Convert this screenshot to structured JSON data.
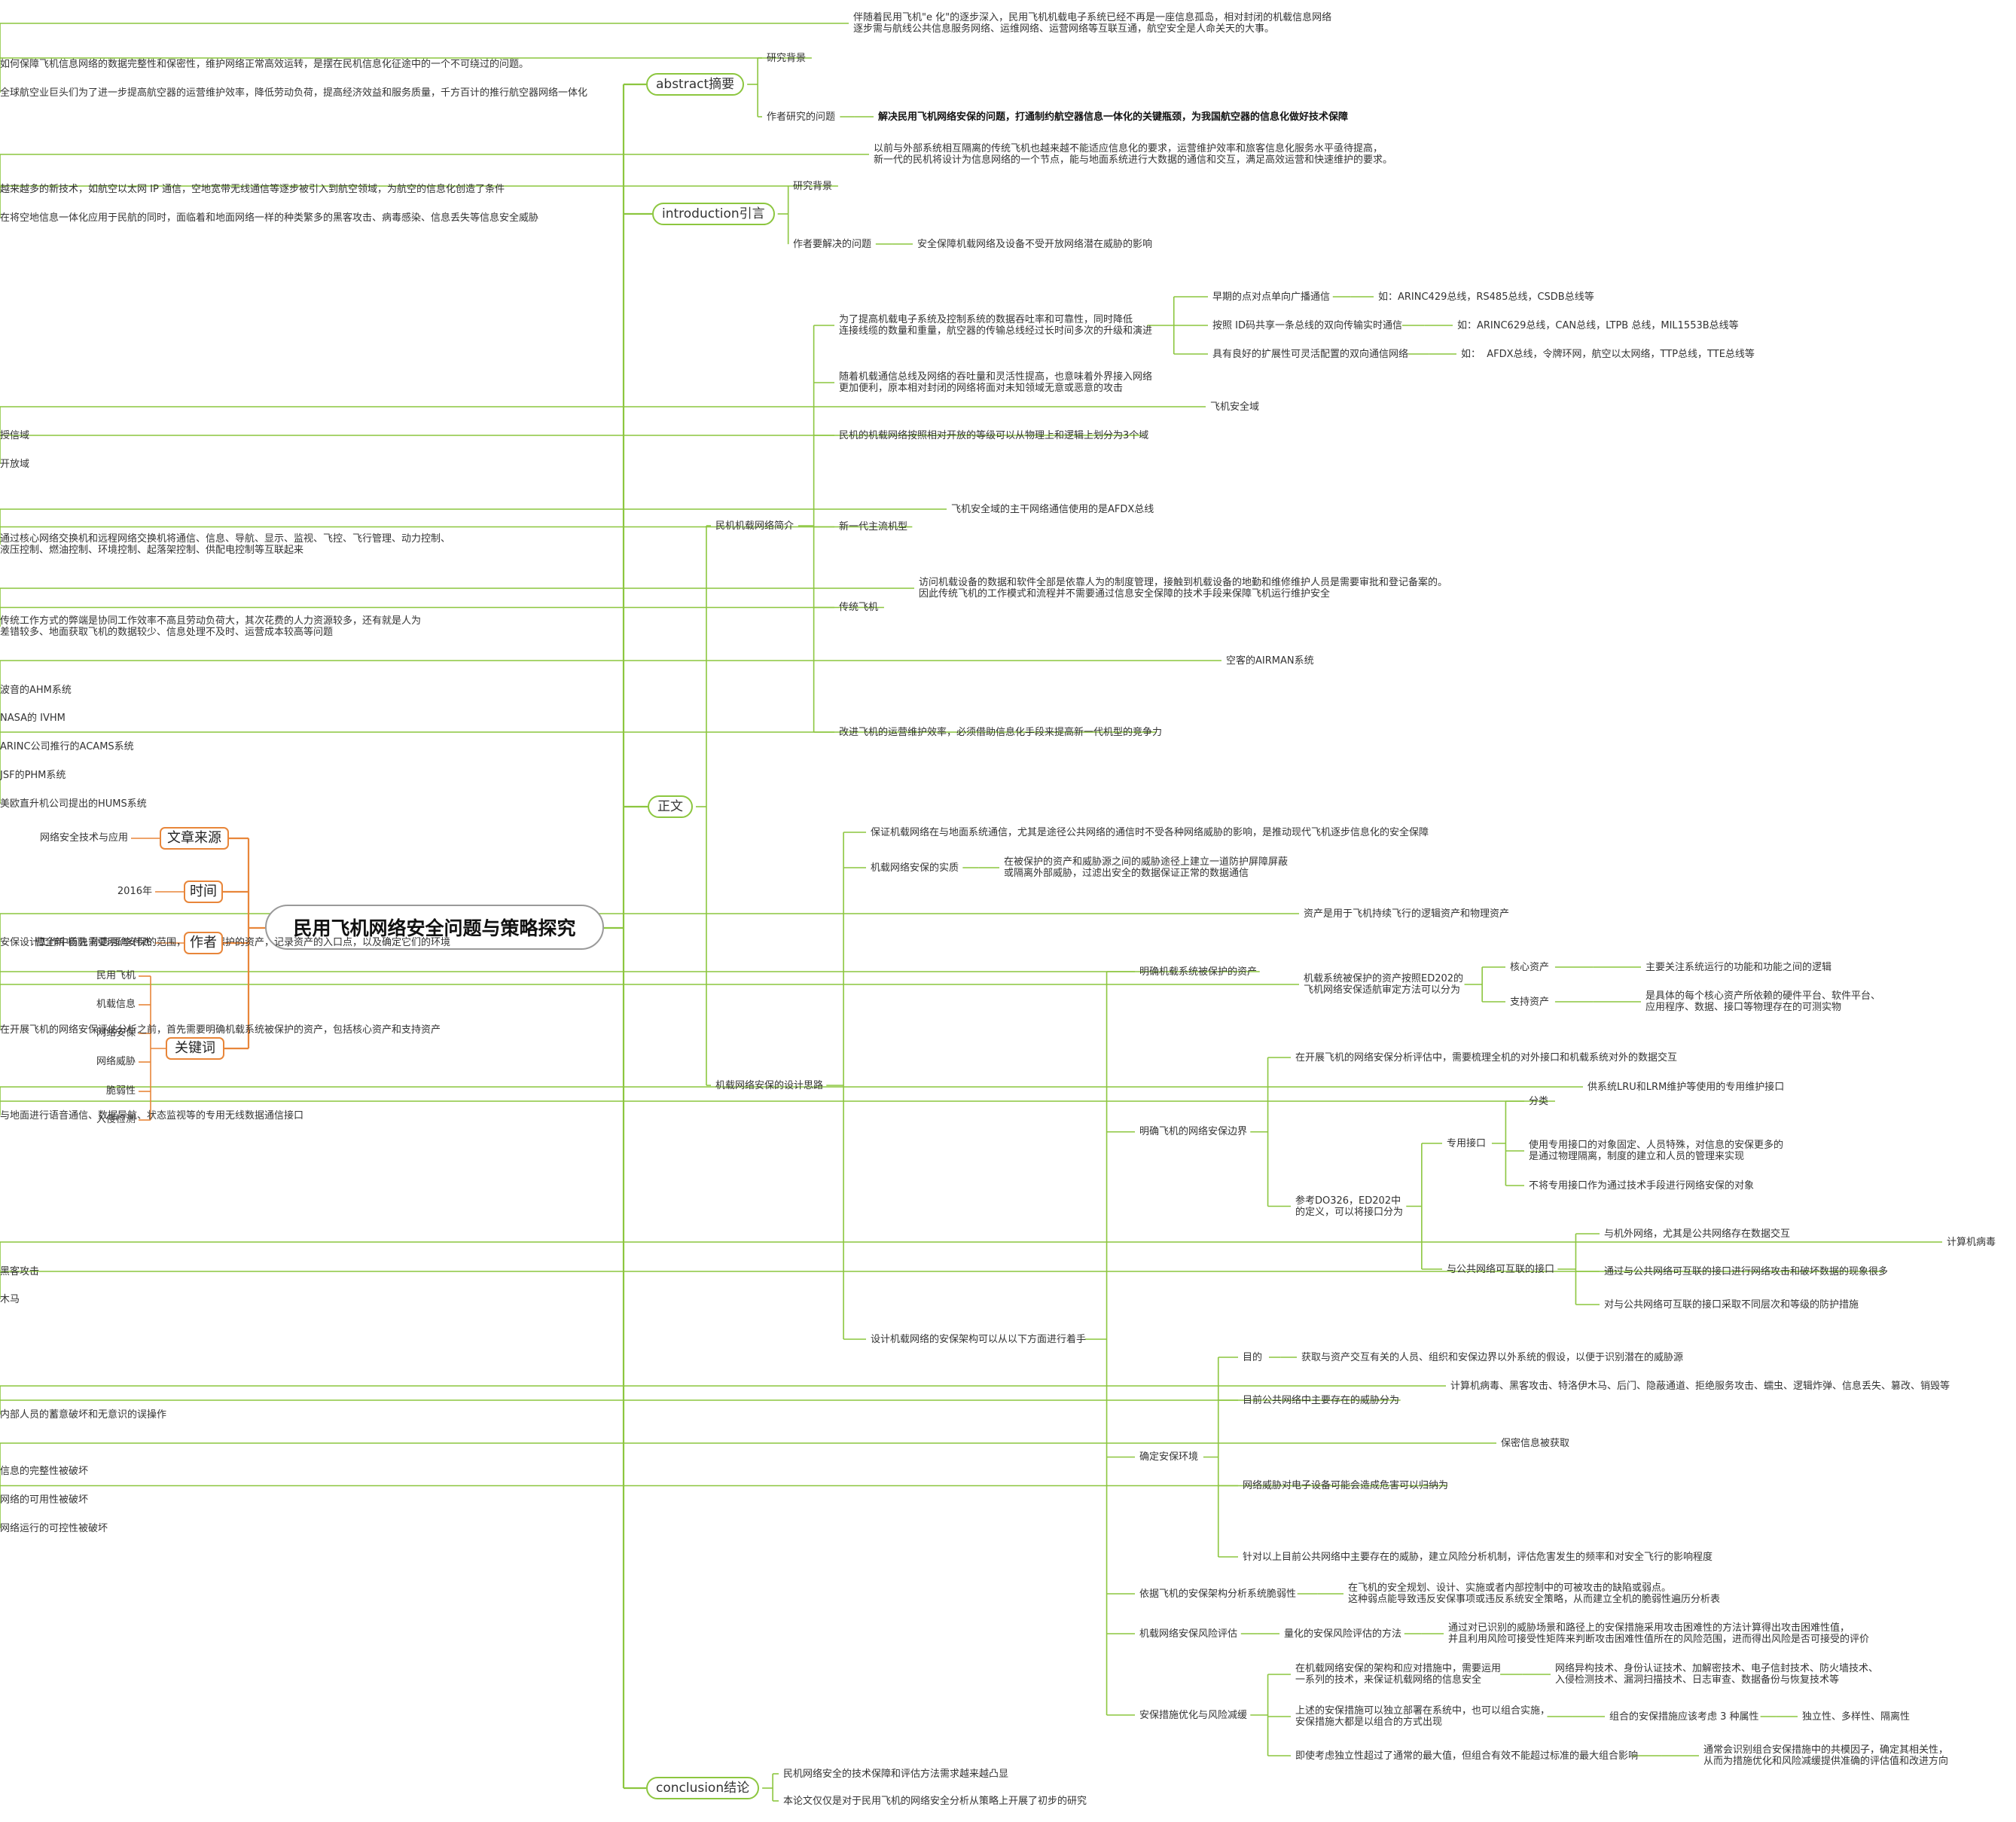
{
  "colors": {
    "left_branch": "#e8863a",
    "right_branch": "#8cc63f",
    "root_border": "#9a9a9a",
    "text": "#333333"
  },
  "title": "民用飞机网络安全问题与策略探究",
  "left": [
    {
      "label": "文章来源",
      "items": [
        "网络安全技术与应用"
      ]
    },
    {
      "label": "时间",
      "items": [
        "2016年"
      ]
    },
    {
      "label": "作者",
      "items": [
        "曹全新 杨融 孙志强 李伟杰"
      ]
    },
    {
      "label": "关键词",
      "items": [
        "民用飞机",
        "机载信息",
        "网络安保",
        "网络威胁",
        "脆弱性",
        "入侵检测"
      ]
    }
  ],
  "branches": [
    {
      "t": "abstract摘要",
      "c": [
        {
          "t": "研究背景",
          "c": [
            {
              "t": "伴随着民用飞机\"e 化\"的逐步深入，民用飞机机载电子系统已经不再是一座信息孤岛，相对封闭的机载信息网络\n逐步需与航线公共信息服务网络、运维网络、运营网络等互联互通，航空安全是人命关天的大事。"
            },
            {
              "t": "如何保障飞机信息网络的数据完整性和保密性，维护网络正常高效运转，是摆在民机信息化征途中的一个不可绕过的问题。"
            },
            {
              "t": "全球航空业巨头们为了进一步提高航空器的运营维护效率，降低劳动负荷，提高经济效益和服务质量，千方百计的推行航空器网络一体化"
            }
          ]
        },
        {
          "t": "作者研究的问题",
          "c": [
            {
              "t": "解决民用飞机网络安保的问题，打通制约航空器信息一体化的关键瓶颈，为我国航空器的信息化做好技术保障",
              "b": true
            }
          ]
        }
      ]
    },
    {
      "t": "introduction引言",
      "c": [
        {
          "t": "研究背景",
          "c": [
            {
              "t": "以前与外部系统相互隔离的传统飞机也越来越不能适应信息化的要求，运营维护效率和旅客信息化服务水平亟待提高，\n新一代的民机将设计为信息网络的一个节点，能与地面系统进行大数据的通信和交互，满足高效运营和快速维护的要求。"
            },
            {
              "t": "越来越多的新技术，如航空以太网 IP 通信，空地宽带无线通信等逐步被引入到航空领域，为航空的信息化创造了条件"
            },
            {
              "t": "在将空地信息一体化应用于民航的同时，面临着和地面网络一样的种类繁多的黑客攻击、病毒感染、信息丢失等信息安全威胁"
            }
          ]
        },
        {
          "t": "作者要解决的问题",
          "c": [
            {
              "t": "安全保障机载网络及设备不受开放网络潜在威胁的影响"
            }
          ]
        }
      ]
    },
    {
      "t": "正文",
      "c": [
        {
          "t": "民机机载网络简介",
          "c": [
            {
              "t": "为了提高机载电子系统及控制系统的数据吞吐率和可靠性，同时降低\n连接线缆的数量和重量，航空器的传输总线经过长时间多次的升级和演进",
              "c": [
                {
                  "t": "早期的点对点单向广播通信",
                  "c": [
                    {
                      "t": "如：ARINC429总线，RS485总线，CSDB总线等"
                    }
                  ]
                },
                {
                  "t": "按照 ID码共享一条总线的双向传输实时通信",
                  "c": [
                    {
                      "t": "如：ARINC629总线，CAN总线，LTPB 总线，MIL1553B总线等"
                    }
                  ]
                },
                {
                  "t": "具有良好的扩展性可灵活配置的双向通信网络",
                  "c": [
                    {
                      "t": "如：  AFDX总线，令牌环网，航空以太网络，TTP总线，TTE总线等"
                    }
                  ]
                }
              ]
            },
            {
              "t": "随着机载通信总线及网络的吞吐量和灵活性提高，也意味着外界接入网络\n更加便利，原本相对封闭的网络将面对未知领域无意或恶意的攻击"
            },
            {
              "t": "民机的机载网络按照相对开放的等级可以从物理上和逻辑上划分为3个域",
              "c": [
                {
                  "t": "飞机安全域"
                },
                {
                  "t": "授信域"
                },
                {
                  "t": "开放域"
                }
              ]
            },
            {
              "t": "新一代主流机型",
              "c": [
                {
                  "t": "飞机安全域的主干网络通信使用的是AFDX总线"
                },
                {
                  "t": "通过核心网络交换机和远程网络交换机将通信、信息、导航、显示、监视、飞控、飞行管理、动力控制、\n液压控制、燃油控制、环境控制、起落架控制、供配电控制等互联起来"
                }
              ]
            },
            {
              "t": "传统飞机",
              "c": [
                {
                  "t": "访问机载设备的数据和软件全部是依靠人为的制度管理，接触到机载设备的地勤和维修维护人员是需要审批和登记备案的。\n因此传统飞机的工作模式和流程并不需要通过信息安全保障的技术手段来保障飞机运行维护安全"
                },
                {
                  "t": "传统工作方式的弊端是协同工作效率不高且劳动负荷大，其次花费的人力资源较多，还有就是人为\n差错较多、地面获取飞机的数据较少、信息处理不及时、运营成本较高等问题"
                }
              ]
            },
            {
              "t": "改进飞机的运营维护效率，必须借助信息化手段来提高新一代机型的竞争力",
              "c": [
                {
                  "t": "空客的AIRMAN系统"
                },
                {
                  "t": "波音的AHM系统"
                },
                {
                  "t": "NASA的 IVHM"
                },
                {
                  "t": "ARINC公司推行的ACAMS系统"
                },
                {
                  "t": "JSF的PHM系统"
                },
                {
                  "t": "美欧直升机公司提出的HUMS系统"
                }
              ]
            }
          ]
        },
        {
          "t": "机载网络安保的设计思路",
          "c": [
            {
              "t": "保证机载网络在与地面系统通信，尤其是途径公共网络的通信时不受各种网络威胁的影响，是推动现代飞机逐步信息化的安全保障"
            },
            {
              "t": "机载网络安保的实质",
              "c": [
                {
                  "t": "在被保护的资产和威胁源之间的威胁途径上建立一道防护屏障屏蔽\n或隔离外部威胁，过滤出安全的数据保证正常的数据通信"
                }
              ]
            },
            {
              "t": "设计机载网络的安保架构可以从以下方面进行着手",
              "c": [
                {
                  "t": "明确机载系统被保护的资产",
                  "c": [
                    {
                      "t": "资产是用于飞机持续飞行的逻辑资产和物理资产"
                    },
                    {
                      "t": "安保设计工作中首先需要明确安保的范围，识别被保护的资产，记录资产的入口点，以及确定它们的环境"
                    },
                    {
                      "t": "机载系统被保护的资产按照ED202的\n飞机网络安保适航审定方法可以分为",
                      "c": [
                        {
                          "t": "核心资产",
                          "c": [
                            {
                              "t": "主要关注系统运行的功能和功能之间的逻辑"
                            }
                          ]
                        },
                        {
                          "t": "支持资产",
                          "c": [
                            {
                              "t": "是具体的每个核心资产所依赖的硬件平台、软件平台、\n应用程序、数据、接口等物理存在的可测实物"
                            }
                          ]
                        }
                      ]
                    },
                    {
                      "t": "在开展飞机的网络安保评估分析之前，首先需要明确机载系统被保护的资产，包括核心资产和支持资产"
                    }
                  ]
                },
                {
                  "t": "明确飞机的网络安保边界",
                  "c": [
                    {
                      "t": "在开展飞机的网络安保分析评估中，需要梳理全机的对外接口和机载系统对外的数据交互"
                    },
                    {
                      "t": "参考DO326，ED202中\n的定义，可以将接口分为",
                      "c": [
                        {
                          "t": "专用接口",
                          "c": [
                            {
                              "t": "分类",
                              "c": [
                                {
                                  "t": "供系统LRU和LRM维护等使用的专用维护接口"
                                },
                                {
                                  "t": "与地面进行语音通信、数据导航、状态监视等的专用无线数据通信接口"
                                }
                              ]
                            },
                            {
                              "t": "使用专用接口的对象固定、人员特殊，对信息的安保更多的\n是通过物理隔离，制度的建立和人员的管理来实现"
                            },
                            {
                              "t": "不将专用接口作为通过技术手段进行网络安保的对象"
                            }
                          ]
                        },
                        {
                          "t": "与公共网络可互联的接口",
                          "c": [
                            {
                              "t": "与机外网络，尤其是公共网络存在数据交互"
                            },
                            {
                              "t": "通过与公共网络可互联的接口进行网络攻击和破坏数据的现象很多",
                              "c": [
                                {
                                  "t": "计算机病毒"
                                },
                                {
                                  "t": "黑客攻击"
                                },
                                {
                                  "t": "木马"
                                }
                              ]
                            },
                            {
                              "t": "对与公共网络可互联的接口采取不同层次和等级的防护措施"
                            }
                          ]
                        }
                      ]
                    }
                  ]
                },
                {
                  "t": "确定安保环境",
                  "c": [
                    {
                      "t": "目的",
                      "c": [
                        {
                          "t": "获取与资产交互有关的人员、组织和安保边界以外系统的假设，以便于识别潜在的威胁源"
                        }
                      ]
                    },
                    {
                      "t": "目前公共网络中主要存在的威胁分为",
                      "c": [
                        {
                          "t": "计算机病毒、黑客攻击、特洛伊木马、后门、隐蔽通道、拒绝服务攻击、蠕虫、逻辑炸弹、信息丢失、篡改、销毁等"
                        },
                        {
                          "t": "内部人员的蓄意破坏和无意识的误操作"
                        }
                      ]
                    },
                    {
                      "t": "网络威胁对电子设备可能会造成危害可以归纳为",
                      "c": [
                        {
                          "t": "保密信息被获取"
                        },
                        {
                          "t": "信息的完整性被破坏"
                        },
                        {
                          "t": "网络的可用性被破坏"
                        },
                        {
                          "t": "网络运行的可控性被破坏"
                        }
                      ]
                    },
                    {
                      "t": "针对以上目前公共网络中主要存在的威胁，建立风险分析机制，评估危害发生的频率和对安全飞行的影响程度"
                    }
                  ]
                },
                {
                  "t": "依据飞机的安保架构分析系统脆弱性",
                  "c": [
                    {
                      "t": "在飞机的安全规划、设计、实施或者内部控制中的可被攻击的缺陷或弱点。\n这种弱点能导致违反安保事项或违反系统安全策略，从而建立全机的脆弱性遍历分析表"
                    }
                  ]
                },
                {
                  "t": "机载网络安保风险评估",
                  "c": [
                    {
                      "t": "量化的安保风险评估的方法",
                      "c": [
                        {
                          "t": "通过对已识别的威胁场景和路径上的安保措施采用攻击困难性的方法计算得出攻击困难性值，\n并且利用风险可接受性矩阵来判断攻击困难性值所在的风险范围，进而得出风险是否可接受的评价"
                        }
                      ]
                    }
                  ]
                },
                {
                  "t": "安保措施优化与风险减缓",
                  "c": [
                    {
                      "t": "在机载网络安保的架构和应对措施中，需要运用\n一系列的技术，来保证机载网络的信息安全",
                      "c": [
                        {
                          "t": "网络异构技术、身份认证技术、加解密技术、电子信封技术、防火墙技术、\n入侵检测技术、漏洞扫描技术、日志审查、数据备份与恢复技术等"
                        }
                      ]
                    },
                    {
                      "t": "上述的安保措施可以独立部署在系统中，也可以组合实施，\n安保措施大都是以组合的方式出现",
                      "c": [
                        {
                          "t": "组合的安保措施应该考虑 3 种属性",
                          "c": [
                            {
                              "t": "独立性、多样性、隔离性"
                            }
                          ]
                        }
                      ]
                    },
                    {
                      "t": "即使考虑独立性超过了通常的最大值，但组合有效不能超过标准的最大组合影响",
                      "c": [
                        {
                          "t": "通常会识别组合安保措施中的共模因子，确定其相关性，\n从而为措施优化和风险减缓提供准确的评估值和改进方向"
                        }
                      ]
                    }
                  ]
                }
              ]
            }
          ]
        }
      ]
    },
    {
      "t": "conclusion结论",
      "c": [
        {
          "t": "民机网络安全的技术保障和评估方法需求越来越凸显"
        },
        {
          "t": "本论文仅仅是对于民用飞机的网络安全分析从策略上开展了初步的研究"
        }
      ]
    }
  ]
}
